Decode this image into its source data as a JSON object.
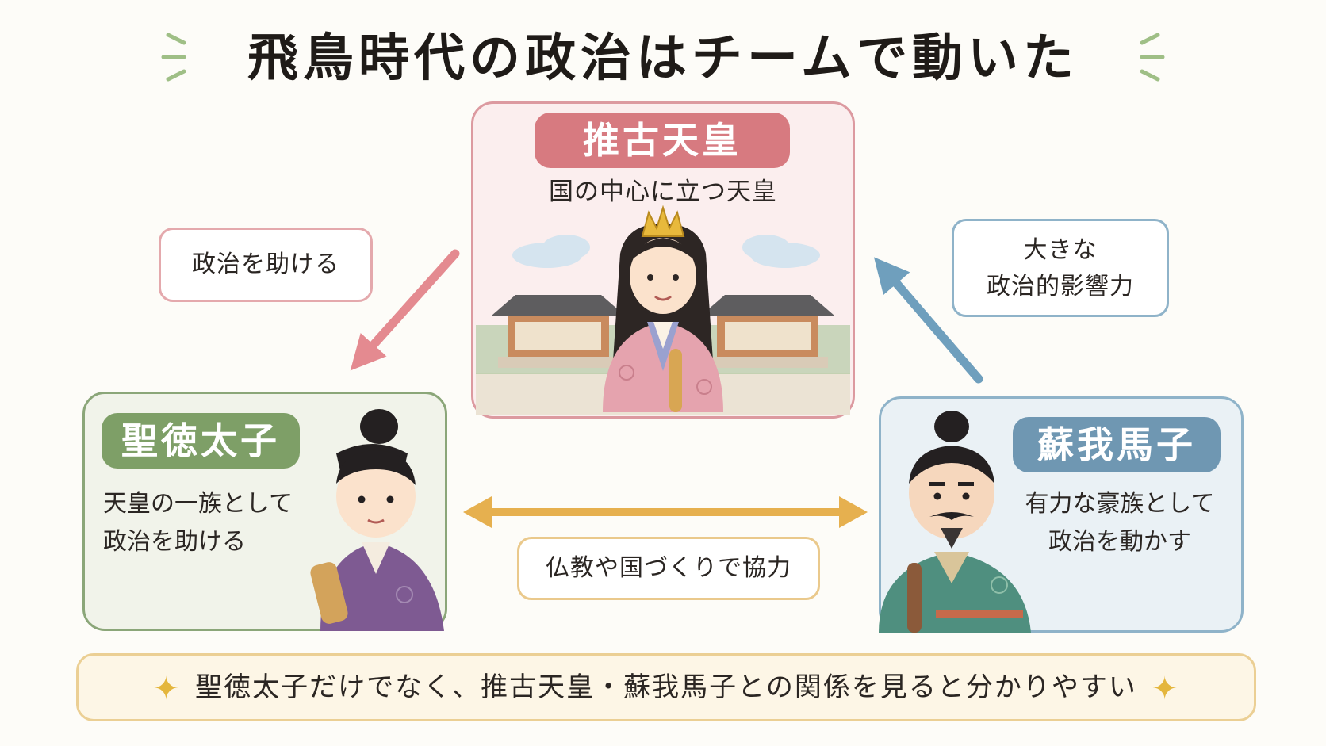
{
  "title": "飛鳥時代の政治はチームで動いた",
  "colors": {
    "suiko": "#d77a80",
    "shotoku": "#7e9f67",
    "soga": "#6f97b2",
    "cooperation": "#e6b04f"
  },
  "suiko": {
    "name": "推古天皇",
    "description": "国の中心に立つ天皇"
  },
  "shotoku": {
    "name": "聖徳太子",
    "description_line1": "天皇の一族として",
    "description_line2": "政治を助ける"
  },
  "soga": {
    "name": "蘇我馬子",
    "description_line1": "有力な豪族として",
    "description_line2": "政治を動かす"
  },
  "relations": {
    "help_label": "政治を助ける",
    "influence_line1": "大きな",
    "influence_line2": "政治的影響力",
    "cooperation_label": "仏教や国づくりで協力"
  },
  "footer": {
    "text": "聖徳太子だけでなく、推古天皇・蘇我馬子との関係を見ると分かりやすい",
    "star_icon": "sparkle-icon"
  }
}
